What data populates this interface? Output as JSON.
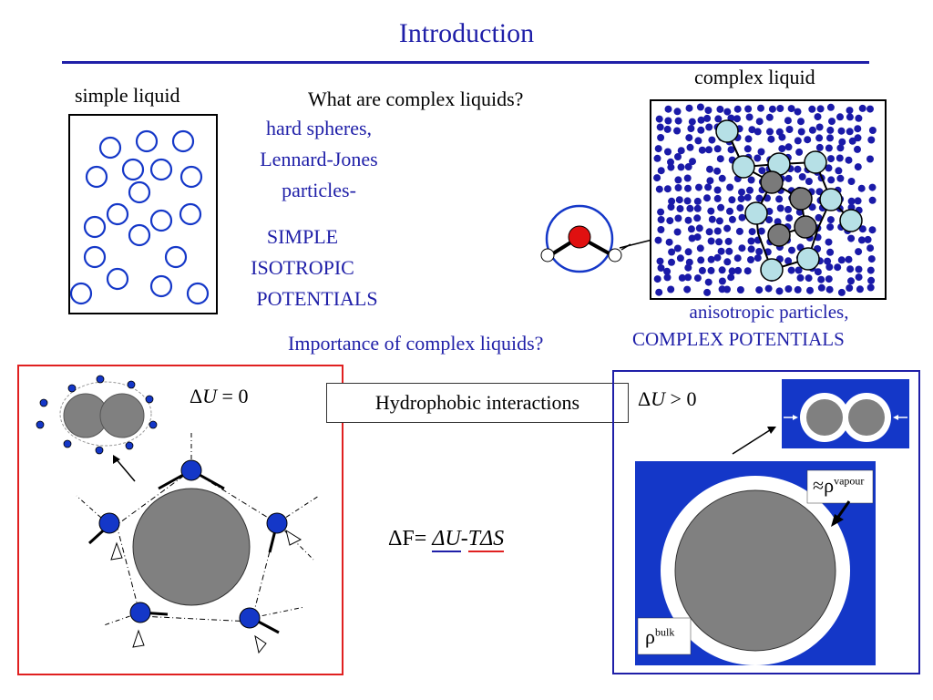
{
  "title": "Introduction",
  "simple": {
    "label": "simple liquid",
    "question": "What are complex liquids?",
    "desc1": "hard spheres,",
    "desc2": "Lennard-Jones",
    "desc3": "particles-",
    "caps1": "SIMPLE",
    "caps2": "ISOTROPIC",
    "caps3": "POTENTIALS"
  },
  "complex": {
    "label": "complex liquid",
    "desc1": "anisotropic particles,",
    "desc2": "COMPLEX POTENTIALS"
  },
  "importance": "Importance of  complex liquids?",
  "hydrophobic": "Hydrophobic interactions",
  "left_panel": {
    "du": "= 0"
  },
  "right_panel": {
    "du": "> 0",
    "approx": "≈ρ",
    "approx_sup": "vapour",
    "rho": "ρ",
    "rho_sup": "bulk"
  },
  "equation": {
    "lhs": "ΔF= ",
    "du": "ΔU",
    "dash": "-",
    "tds": "TΔS"
  },
  "colors": {
    "accent_blue": "#1f1fa8",
    "particle_blue": "#1437c8",
    "red": "#e02020",
    "gray": "#808080",
    "light_blue": "#b6e0e6"
  }
}
